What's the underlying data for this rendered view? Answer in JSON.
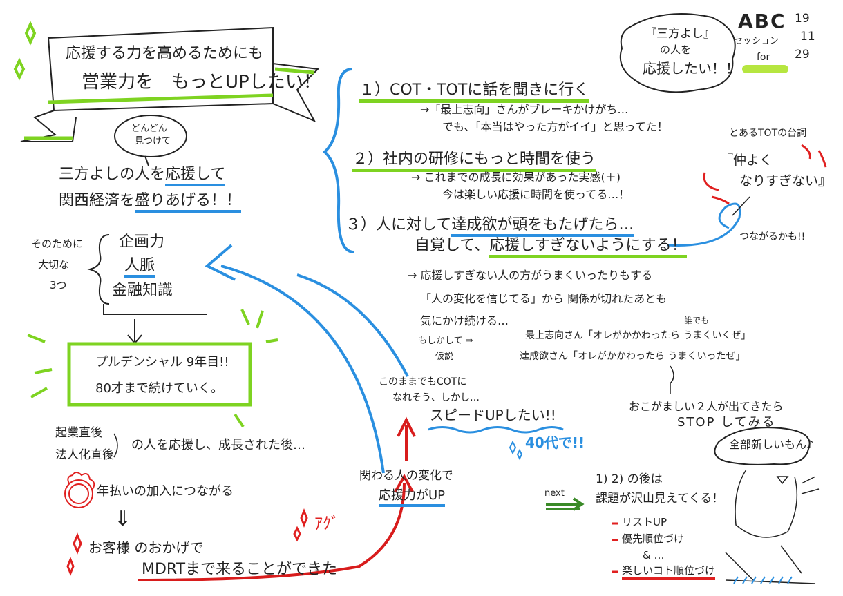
{
  "banner": {
    "line1": "応援する力を高めるためにも",
    "line2": "営業力を　もっとUPしたい！"
  },
  "bubble_top": {
    "line1": "どんどん",
    "line2": "見つけて"
  },
  "mission": {
    "line1_a": "三方よしの人を",
    "line1_b": "応援して",
    "line2_a": "関西経済を",
    "line2_b": "盛りあげる！！"
  },
  "important": {
    "label1": "そのために",
    "label2": "大切な",
    "label3": "3つ",
    "items": [
      "企画力",
      "人脈",
      "金融知識"
    ]
  },
  "prudential": {
    "line1": "プルデンシャル 9年目!!",
    "line2": "80才まで続けていく。"
  },
  "startup": {
    "line1": "起業直後",
    "line2": "法人化直後",
    "rest": "の人を応援し、成長された後…",
    "result": "年払いの加入につながる",
    "arrow": "⇓",
    "thanks": "お客様 のおかげで",
    "mdrt": "MDRTまで来ることができた",
    "exclaim": "ｱｸﾞ"
  },
  "title_bubble": {
    "line1": "『三方よし』",
    "line2": "の人を",
    "line3": "応援したい！！"
  },
  "session": {
    "abc": "ABC",
    "label": "セッション",
    "for": "for",
    "date": [
      "19",
      "11",
      "29"
    ]
  },
  "points": {
    "p1": "１）COT・TOTに話を聞きに行く",
    "p1_sub1": "→「最上志向」さんがブレーキかけがち…",
    "p1_sub2": "でも、「本当はやった方がイイ」と思ってた！",
    "p2": "２）社内の研修にもっと時間を使う",
    "p2_sub1": "→ これまでの成長に効果があった実感(＋)",
    "p2_sub2": "今は楽しい応援に時間を使ってる…！",
    "p3_a": "３）人に対して",
    "p3_b": "達成欲が頭をもたげたら…",
    "p3_c": "自覚して、",
    "p3_d": "応援しすぎないようにする！"
  },
  "tot_quote": {
    "title": "とあるTOTの台詞",
    "line1": "『仲よく",
    "line2": "なりすぎない』",
    "link": "つながるかも!!"
  },
  "detail": {
    "line1": "→ 応援しすぎない人の方がうまくいったりもする",
    "line2": "「人の変化を信じてる」から 関係が切れたあとも",
    "line3": "気にかけ続ける…",
    "maybe1": "もしかして ⇒",
    "maybe2": "仮説",
    "s1": "最上志向さん「オレがかかわったら うまくいくぜ」",
    "s1_note": "誰でも",
    "s2": "達成欲さん「オレがかかわったら うまくいったぜ」",
    "stop1": "おこがましい２人が出てきたら",
    "stop2": "STOP してみる"
  },
  "speed": {
    "line1": "このままでもCOTに",
    "line2": "なれそう、しかし…",
    "line3": "スピードUPしたい!!",
    "age": "40代で!!"
  },
  "change": {
    "line1": "関わる人の変化で",
    "line2": "応援力がUP"
  },
  "next": {
    "label": "next",
    "line1": "1) 2) の後は",
    "line2": "課題が沢山見えてくる！",
    "items": [
      "リストUP",
      "優先順位づけ",
      "& …",
      "楽しいコト順位づけ"
    ]
  },
  "all_new": "全部新しいもん♪"
}
